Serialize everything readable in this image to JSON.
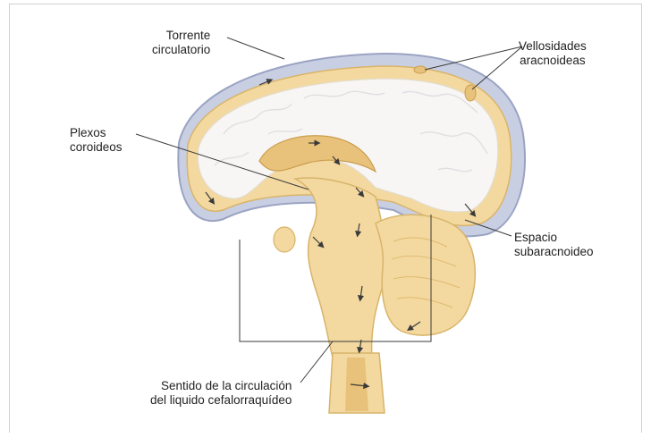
{
  "labels": {
    "torrente": [
      "Torrente",
      "circulatorio"
    ],
    "vellosidades": [
      "Vellosidades",
      "aracnoideas"
    ],
    "plexos": [
      "Plexos",
      "coroideos"
    ],
    "espacio": [
      "Espacio",
      "subaracnoideo"
    ],
    "sentido": [
      "Sentido de la circulación",
      "del liquido cefalorraquídeo"
    ]
  },
  "colors": {
    "skull": "#c9cfe3",
    "tissue": "#f3d9a0",
    "tissue_dark": "#e8c27a",
    "white_matter": "#f8f6f4",
    "line": "#3a3a3a"
  }
}
